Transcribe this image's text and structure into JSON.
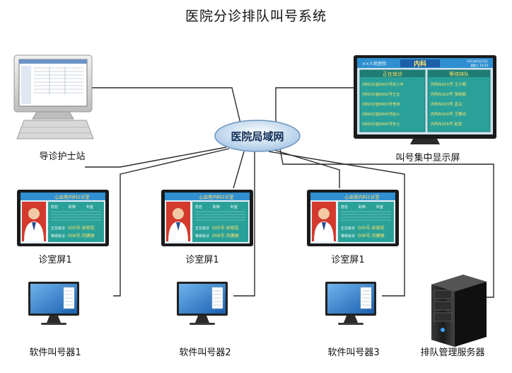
{
  "title": "医院分诊排队叫号系统",
  "hub": {
    "label": "医院局域网"
  },
  "nodes": {
    "nurse_station": "导诊护士站",
    "display_screen": "叫号集中显示屏",
    "room_screen_1": "诊室屏1",
    "room_screen_2": "诊室屏1",
    "room_screen_3": "诊室屏1",
    "caller_1": "软件叫号器1",
    "caller_2": "软件叫号器2",
    "caller_3": "软件叫号器3",
    "server": "排队管理服务器"
  },
  "big_screen": {
    "hospital": "××人民医院",
    "department": "内科",
    "datetime": "2013年5月23日",
    "time": "星期三 10:30",
    "col_left": "正在就诊",
    "col_right": "等待排队",
    "left_rows": [
      "内科1诊室N001号张三丰",
      "内科2诊室N002号王五",
      "内科3诊室N003号李四",
      "内科4诊室N004号赵六",
      "内科5诊室N005号孙七"
    ],
    "right_rows": [
      "内科N101号 王小明",
      "内科N102号 张晓丽",
      "内科N103号 孟云",
      "内科N104号 王雅光",
      "内科N105号 赵武"
    ]
  },
  "room_panel": {
    "header": "心血管内科2诊室",
    "fields": [
      "姓名",
      "职称",
      "科室"
    ],
    "current_label": "正在就诊",
    "current_value": "005号-吴晓花",
    "next_label": "等候就诊",
    "next_value": "006号-刘建国"
  },
  "colors": {
    "line": "#2a2a2a",
    "hub_fill": "#cfe3f5",
    "screen_blue": "#2f8fd0",
    "screen_panel": "#2aa198",
    "doctor_bg": "#d33a2c"
  }
}
